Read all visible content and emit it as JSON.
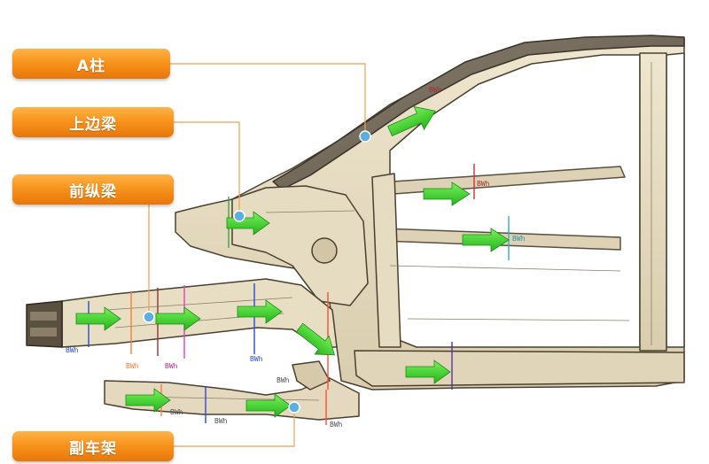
{
  "callouts": {
    "a_pillar": "A柱",
    "upper_rail": "上边梁",
    "front_rail": "前纵梁",
    "subframe": "副车架"
  },
  "frame_codes": {
    "fr1": "BWh",
    "fr2": "BWh",
    "fr3": "BWh",
    "fr4": "BWh",
    "fr5": "BWh",
    "fr6": "BWh",
    "fr7": "BWh",
    "fr8": "BWh",
    "fr9": "BWh",
    "fr10": "BWh",
    "fr11": "BWh"
  },
  "colors": {
    "callout_orange": "#f7941d",
    "arrow_green": "#3ecf2a",
    "marker_blue": "#5ab0e0",
    "leader_line": "#f0a050",
    "body_panel": "#e6dcc2",
    "body_outline": "#4a4030"
  }
}
